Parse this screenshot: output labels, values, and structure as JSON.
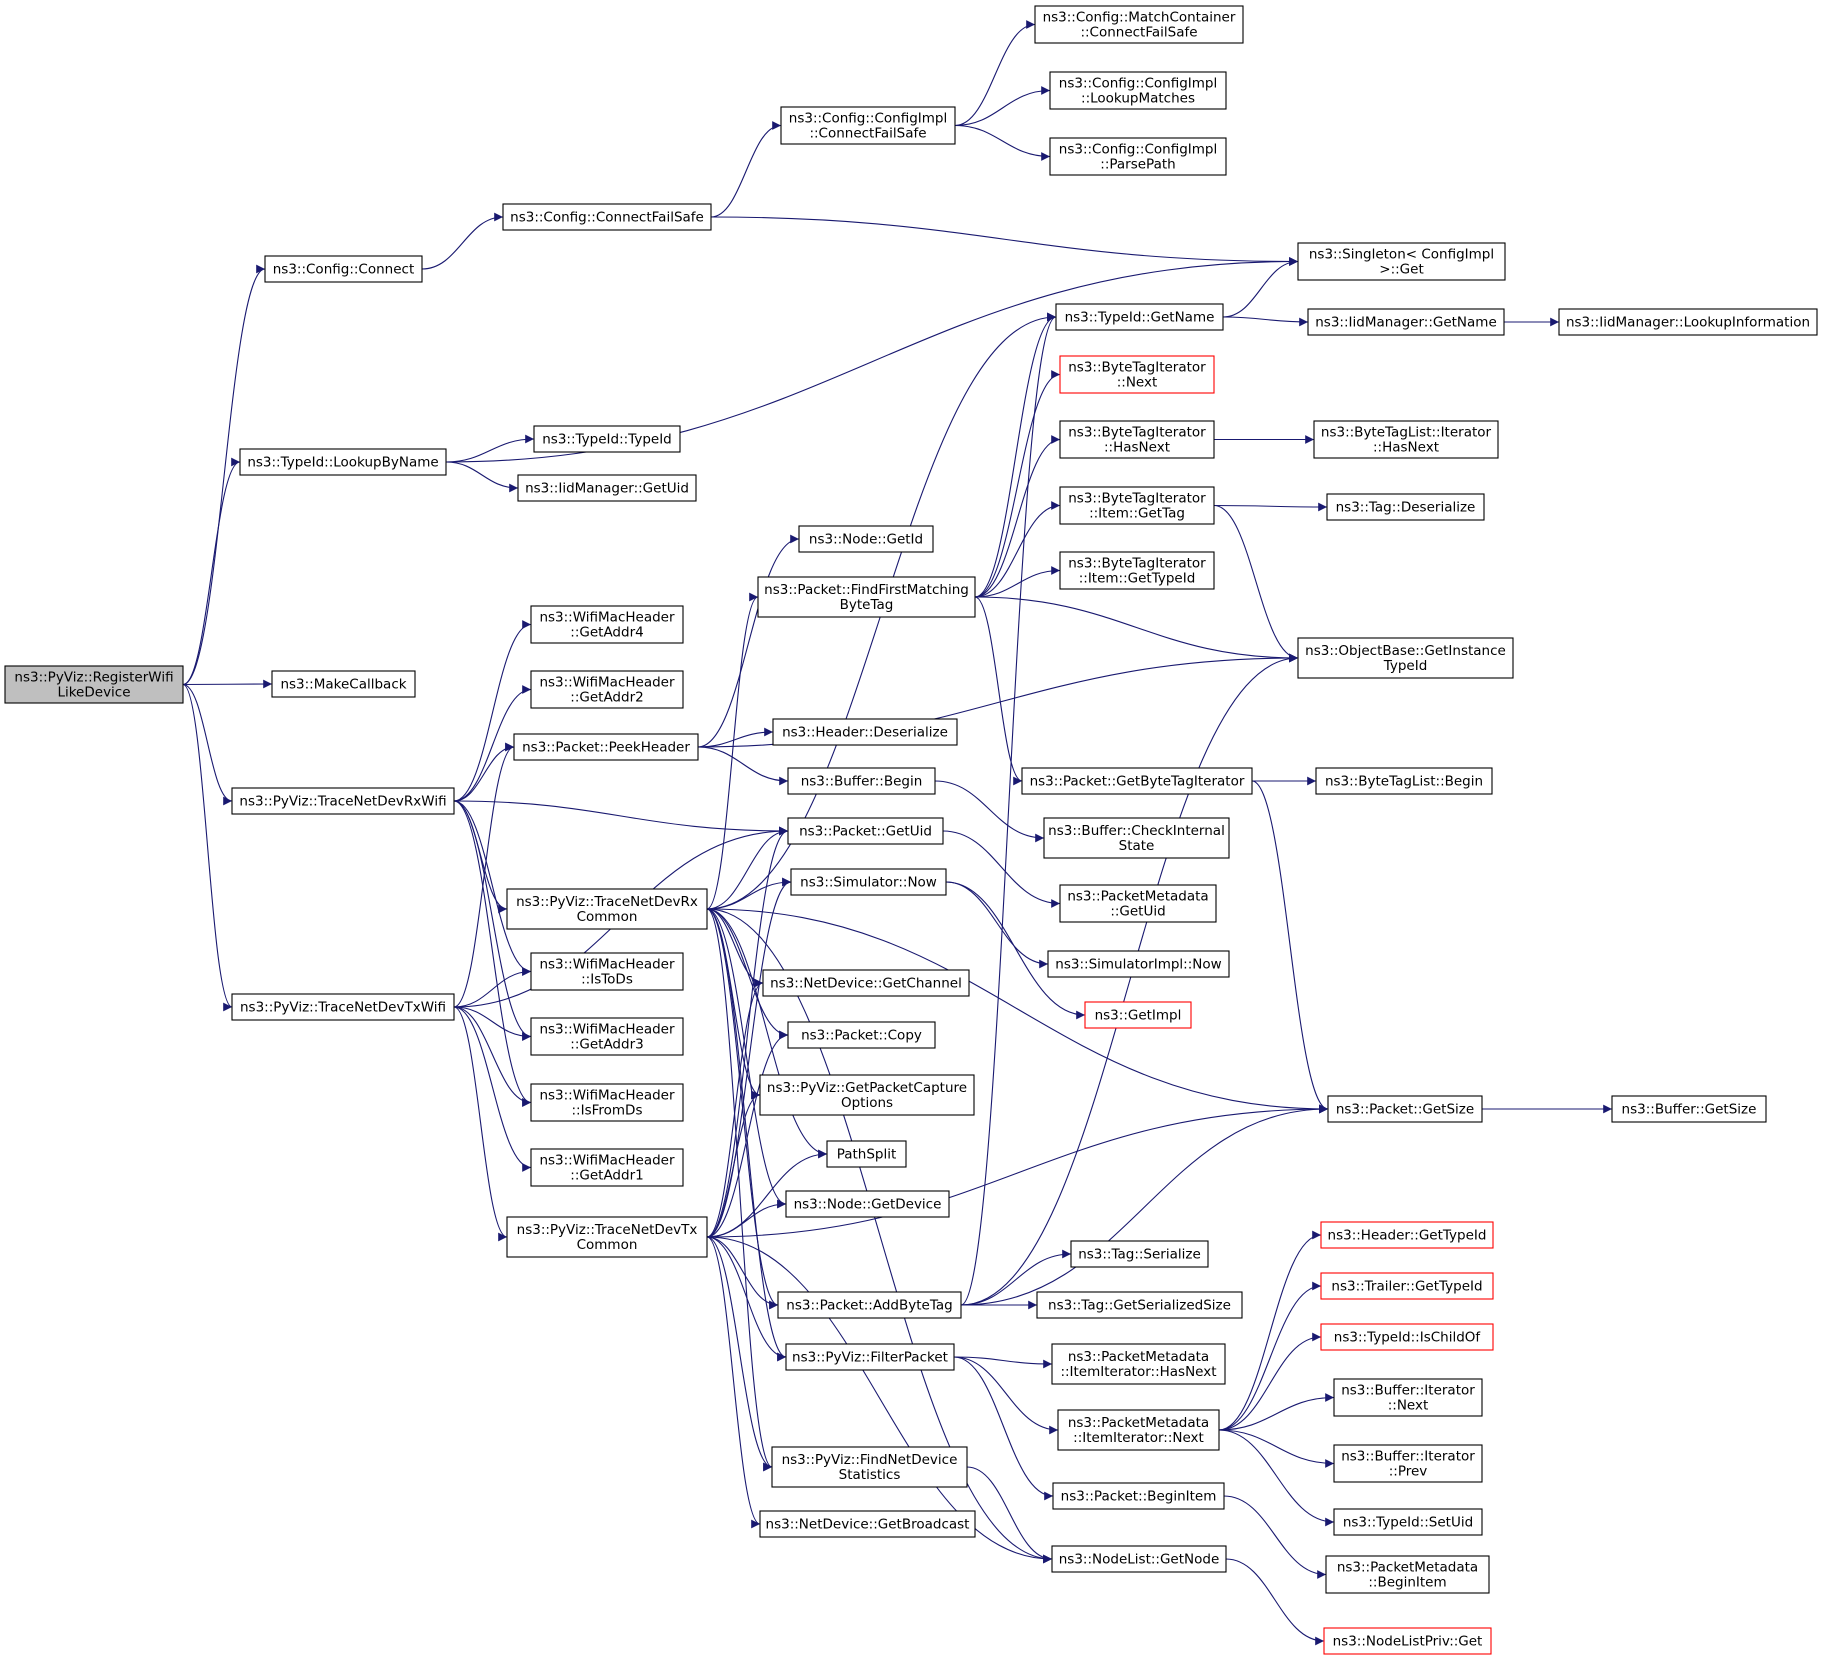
{
  "colors": {
    "edge": "#191970",
    "node_border": "#000000",
    "truncated_border": "#ff0000",
    "root_fill": "#bfbfbf",
    "node_fill": "#ffffff"
  },
  "nodes": [
    {
      "id": "root",
      "lines": [
        "ns3::PyViz::RegisterWifi",
        "LikeDevice"
      ],
      "kind": "root"
    },
    {
      "id": "connect",
      "lines": [
        "ns3::Config::Connect"
      ]
    },
    {
      "id": "lookupbyname",
      "lines": [
        "ns3::TypeId::LookupByName"
      ]
    },
    {
      "id": "makecallback",
      "lines": [
        "ns3::MakeCallback"
      ]
    },
    {
      "id": "rxwifi",
      "lines": [
        "ns3::PyViz::TraceNetDevRxWifi"
      ]
    },
    {
      "id": "txwifi",
      "lines": [
        "ns3::PyViz::TraceNetDevTxWifi"
      ]
    },
    {
      "id": "cfs",
      "lines": [
        "ns3::Config::ConnectFailSafe"
      ]
    },
    {
      "id": "ci_cfs",
      "lines": [
        "ns3::Config::ConfigImpl",
        "::ConnectFailSafe"
      ]
    },
    {
      "id": "mc_cfs",
      "lines": [
        "ns3::Config::MatchContainer",
        "::ConnectFailSafe"
      ]
    },
    {
      "id": "lookupmatches",
      "lines": [
        "ns3::Config::ConfigImpl",
        "::LookupMatches"
      ]
    },
    {
      "id": "parsepath",
      "lines": [
        "ns3::Config::ConfigImpl",
        "::ParsePath"
      ]
    },
    {
      "id": "singleton",
      "lines": [
        "ns3::Singleton< ConfigImpl",
        ">::Get"
      ]
    },
    {
      "id": "typeid_getname",
      "lines": [
        "ns3::TypeId::GetName"
      ]
    },
    {
      "id": "iid_getname",
      "lines": [
        "ns3::IidManager::GetName"
      ]
    },
    {
      "id": "iid_lookupinfo",
      "lines": [
        "ns3::IidManager::LookupInformation"
      ]
    },
    {
      "id": "typeid_typeid",
      "lines": [
        "ns3::TypeId::TypeId"
      ]
    },
    {
      "id": "iid_getuid",
      "lines": [
        "ns3::IidManager::GetUid"
      ]
    },
    {
      "id": "bti_next",
      "lines": [
        "ns3::ByteTagIterator",
        "::Next"
      ],
      "kind": "trunc"
    },
    {
      "id": "bti_hasnext",
      "lines": [
        "ns3::ByteTagIterator",
        "::HasNext"
      ]
    },
    {
      "id": "btl_it_hasnext",
      "lines": [
        "ns3::ByteTagList::Iterator",
        "::HasNext"
      ]
    },
    {
      "id": "bti_item_gettag",
      "lines": [
        "ns3::ByteTagIterator",
        "::Item::GetTag"
      ]
    },
    {
      "id": "tag_deserialize",
      "lines": [
        "ns3::Tag::Deserialize"
      ]
    },
    {
      "id": "bti_item_gettypeid",
      "lines": [
        "ns3::ByteTagIterator",
        "::Item::GetTypeId"
      ]
    },
    {
      "id": "node_getid",
      "lines": [
        "ns3::Node::GetId"
      ]
    },
    {
      "id": "ffmbt",
      "lines": [
        "ns3::Packet::FindFirstMatching",
        "ByteTag"
      ]
    },
    {
      "id": "ob_getinstancetypeid",
      "lines": [
        "ns3::ObjectBase::GetInstance",
        "TypeId"
      ]
    },
    {
      "id": "wmh_getaddr4",
      "lines": [
        "ns3::WifiMacHeader",
        "::GetAddr4"
      ]
    },
    {
      "id": "wmh_getaddr2",
      "lines": [
        "ns3::WifiMacHeader",
        "::GetAddr2"
      ]
    },
    {
      "id": "peekheader",
      "lines": [
        "ns3::Packet::PeekHeader"
      ]
    },
    {
      "id": "header_deserialize",
      "lines": [
        "ns3::Header::Deserialize"
      ]
    },
    {
      "id": "buffer_begin",
      "lines": [
        "ns3::Buffer::Begin"
      ]
    },
    {
      "id": "getbytetagiterator",
      "lines": [
        "ns3::Packet::GetByteTagIterator"
      ]
    },
    {
      "id": "btl_begin",
      "lines": [
        "ns3::ByteTagList::Begin"
      ]
    },
    {
      "id": "buffer_checkinternal",
      "lines": [
        "ns3::Buffer::CheckInternal",
        "State"
      ]
    },
    {
      "id": "packet_getuid",
      "lines": [
        "ns3::Packet::GetUid"
      ]
    },
    {
      "id": "pm_getuid",
      "lines": [
        "ns3::PacketMetadata",
        "::GetUid"
      ]
    },
    {
      "id": "rxcommon",
      "lines": [
        "ns3::PyViz::TraceNetDevRx",
        "Common"
      ]
    },
    {
      "id": "sim_now",
      "lines": [
        "ns3::Simulator::Now"
      ]
    },
    {
      "id": "simimpl_now",
      "lines": [
        "ns3::SimulatorImpl::Now"
      ]
    },
    {
      "id": "getimpl",
      "lines": [
        "ns3::GetImpl"
      ],
      "kind": "trunc"
    },
    {
      "id": "wmh_istods",
      "lines": [
        "ns3::WifiMacHeader",
        "::IsToDs"
      ]
    },
    {
      "id": "nd_getchannel",
      "lines": [
        "ns3::NetDevice::GetChannel"
      ]
    },
    {
      "id": "wmh_getaddr3",
      "lines": [
        "ns3::WifiMacHeader",
        "::GetAddr3"
      ]
    },
    {
      "id": "packet_copy",
      "lines": [
        "ns3::Packet::Copy"
      ]
    },
    {
      "id": "wmh_isfromds",
      "lines": [
        "ns3::WifiMacHeader",
        "::IsFromDs"
      ]
    },
    {
      "id": "getpcapopts",
      "lines": [
        "ns3::PyViz::GetPacketCapture",
        "Options"
      ]
    },
    {
      "id": "packet_getsize",
      "lines": [
        "ns3::Packet::GetSize"
      ]
    },
    {
      "id": "buffer_getsize",
      "lines": [
        "ns3::Buffer::GetSize"
      ]
    },
    {
      "id": "wmh_getaddr1",
      "lines": [
        "ns3::WifiMacHeader",
        "::GetAddr1"
      ]
    },
    {
      "id": "pathsplit",
      "lines": [
        "PathSplit"
      ]
    },
    {
      "id": "node_getdevice",
      "lines": [
        "ns3::Node::GetDevice"
      ]
    },
    {
      "id": "txcommon",
      "lines": [
        "ns3::PyViz::TraceNetDevTx",
        "Common"
      ]
    },
    {
      "id": "header_gettypeid",
      "lines": [
        "ns3::Header::GetTypeId"
      ],
      "kind": "trunc"
    },
    {
      "id": "tag_serialize",
      "lines": [
        "ns3::Tag::Serialize"
      ]
    },
    {
      "id": "trailer_gettypeid",
      "lines": [
        "ns3::Trailer::GetTypeId"
      ],
      "kind": "trunc"
    },
    {
      "id": "addbytetag",
      "lines": [
        "ns3::Packet::AddByteTag"
      ]
    },
    {
      "id": "tag_getserializedsize",
      "lines": [
        "ns3::Tag::GetSerializedSize"
      ]
    },
    {
      "id": "typeid_ischildof",
      "lines": [
        "ns3::TypeId::IsChildOf"
      ],
      "kind": "trunc"
    },
    {
      "id": "filterpacket",
      "lines": [
        "ns3::PyViz::FilterPacket"
      ]
    },
    {
      "id": "pm_ii_hasnext",
      "lines": [
        "ns3::PacketMetadata",
        "::ItemIterator::HasNext"
      ]
    },
    {
      "id": "buf_it_next",
      "lines": [
        "ns3::Buffer::Iterator",
        "::Next"
      ]
    },
    {
      "id": "pm_ii_next",
      "lines": [
        "ns3::PacketMetadata",
        "::ItemIterator::Next"
      ]
    },
    {
      "id": "findnetdevstats",
      "lines": [
        "ns3::PyViz::FindNetDevice",
        "Statistics"
      ]
    },
    {
      "id": "buf_it_prev",
      "lines": [
        "ns3::Buffer::Iterator",
        "::Prev"
      ]
    },
    {
      "id": "packet_beginitem",
      "lines": [
        "ns3::Packet::BeginItem"
      ]
    },
    {
      "id": "typeid_setuid",
      "lines": [
        "ns3::TypeId::SetUid"
      ]
    },
    {
      "id": "nd_getbroadcast",
      "lines": [
        "ns3::NetDevice::GetBroadcast"
      ]
    },
    {
      "id": "nodelist_getnode",
      "lines": [
        "ns3::NodeList::GetNode"
      ]
    },
    {
      "id": "pm_beginitem",
      "lines": [
        "ns3::PacketMetadata",
        "::BeginItem"
      ]
    },
    {
      "id": "nlp_get",
      "lines": [
        "ns3::NodeListPriv::Get"
      ],
      "kind": "trunc"
    }
  ],
  "edges": [
    [
      "root",
      "connect"
    ],
    [
      "root",
      "lookupbyname"
    ],
    [
      "root",
      "makecallback"
    ],
    [
      "root",
      "rxwifi"
    ],
    [
      "root",
      "txwifi"
    ],
    [
      "connect",
      "cfs"
    ],
    [
      "cfs",
      "ci_cfs"
    ],
    [
      "cfs",
      "singleton"
    ],
    [
      "ci_cfs",
      "mc_cfs"
    ],
    [
      "ci_cfs",
      "lookupmatches"
    ],
    [
      "ci_cfs",
      "parsepath"
    ],
    [
      "lookupbyname",
      "singleton"
    ],
    [
      "lookupbyname",
      "typeid_typeid"
    ],
    [
      "lookupbyname",
      "iid_getuid"
    ],
    [
      "typeid_getname",
      "singleton"
    ],
    [
      "typeid_getname",
      "iid_getname"
    ],
    [
      "iid_getname",
      "iid_lookupinfo"
    ],
    [
      "rxwifi",
      "wmh_getaddr4"
    ],
    [
      "rxwifi",
      "wmh_getaddr2"
    ],
    [
      "rxwifi",
      "peekheader"
    ],
    [
      "rxwifi",
      "packet_getuid"
    ],
    [
      "rxwifi",
      "rxcommon"
    ],
    [
      "rxwifi",
      "wmh_istods"
    ],
    [
      "rxwifi",
      "wmh_getaddr3"
    ],
    [
      "rxwifi",
      "wmh_isfromds"
    ],
    [
      "txwifi",
      "peekheader"
    ],
    [
      "txwifi",
      "packet_getuid"
    ],
    [
      "txwifi",
      "wmh_istods"
    ],
    [
      "txwifi",
      "wmh_getaddr3"
    ],
    [
      "txwifi",
      "wmh_isfromds"
    ],
    [
      "txwifi",
      "wmh_getaddr1"
    ],
    [
      "txwifi",
      "txcommon"
    ],
    [
      "peekheader",
      "node_getid"
    ],
    [
      "peekheader",
      "header_deserialize"
    ],
    [
      "peekheader",
      "buffer_begin"
    ],
    [
      "peekheader",
      "ob_getinstancetypeid"
    ],
    [
      "buffer_begin",
      "buffer_checkinternal"
    ],
    [
      "packet_getuid",
      "pm_getuid"
    ],
    [
      "ffmbt",
      "typeid_getname"
    ],
    [
      "ffmbt",
      "bti_next"
    ],
    [
      "ffmbt",
      "bti_hasnext"
    ],
    [
      "ffmbt",
      "bti_item_gettag"
    ],
    [
      "ffmbt",
      "bti_item_gettypeid"
    ],
    [
      "ffmbt",
      "ob_getinstancetypeid"
    ],
    [
      "ffmbt",
      "getbytetagiterator"
    ],
    [
      "bti_hasnext",
      "btl_it_hasnext"
    ],
    [
      "bti_item_gettag",
      "tag_deserialize"
    ],
    [
      "bti_item_gettag",
      "ob_getinstancetypeid"
    ],
    [
      "getbytetagiterator",
      "btl_begin"
    ],
    [
      "getbytetagiterator",
      "packet_getsize"
    ],
    [
      "rxcommon",
      "typeid_getname"
    ],
    [
      "rxcommon",
      "ffmbt"
    ],
    [
      "rxcommon",
      "packet_getuid"
    ],
    [
      "rxcommon",
      "sim_now"
    ],
    [
      "rxcommon",
      "nd_getchannel"
    ],
    [
      "rxcommon",
      "packet_copy"
    ],
    [
      "rxcommon",
      "getpcapopts"
    ],
    [
      "rxcommon",
      "pathsplit"
    ],
    [
      "rxcommon",
      "node_getdevice"
    ],
    [
      "rxcommon",
      "packet_getsize"
    ],
    [
      "rxcommon",
      "addbytetag"
    ],
    [
      "rxcommon",
      "filterpacket"
    ],
    [
      "rxcommon",
      "findnetdevstats"
    ],
    [
      "rxcommon",
      "nodelist_getnode"
    ],
    [
      "sim_now",
      "simimpl_now"
    ],
    [
      "sim_now",
      "getimpl"
    ],
    [
      "txcommon",
      "sim_now"
    ],
    [
      "txcommon",
      "nd_getchannel"
    ],
    [
      "txcommon",
      "packet_copy"
    ],
    [
      "txcommon",
      "getpcapopts"
    ],
    [
      "txcommon",
      "pathsplit"
    ],
    [
      "txcommon",
      "node_getdevice"
    ],
    [
      "txcommon",
      "packet_getsize"
    ],
    [
      "txcommon",
      "addbytetag"
    ],
    [
      "txcommon",
      "filterpacket"
    ],
    [
      "txcommon",
      "findnetdevstats"
    ],
    [
      "txcommon",
      "nd_getbroadcast"
    ],
    [
      "txcommon",
      "nodelist_getnode"
    ],
    [
      "txcommon",
      "packet_getuid"
    ],
    [
      "addbytetag",
      "typeid_getname"
    ],
    [
      "addbytetag",
      "ob_getinstancetypeid"
    ],
    [
      "addbytetag",
      "packet_getsize"
    ],
    [
      "addbytetag",
      "tag_serialize"
    ],
    [
      "addbytetag",
      "tag_getserializedsize"
    ],
    [
      "filterpacket",
      "pm_ii_hasnext"
    ],
    [
      "filterpacket",
      "pm_ii_next"
    ],
    [
      "filterpacket",
      "packet_beginitem"
    ],
    [
      "pm_ii_next",
      "header_gettypeid"
    ],
    [
      "pm_ii_next",
      "trailer_gettypeid"
    ],
    [
      "pm_ii_next",
      "typeid_ischildof"
    ],
    [
      "pm_ii_next",
      "buf_it_next"
    ],
    [
      "pm_ii_next",
      "buf_it_prev"
    ],
    [
      "pm_ii_next",
      "typeid_setuid"
    ],
    [
      "packet_beginitem",
      "pm_beginitem"
    ],
    [
      "findnetdevstats",
      "nodelist_getnode"
    ],
    [
      "nodelist_getnode",
      "nlp_get"
    ],
    [
      "packet_getsize",
      "buffer_getsize"
    ]
  ]
}
